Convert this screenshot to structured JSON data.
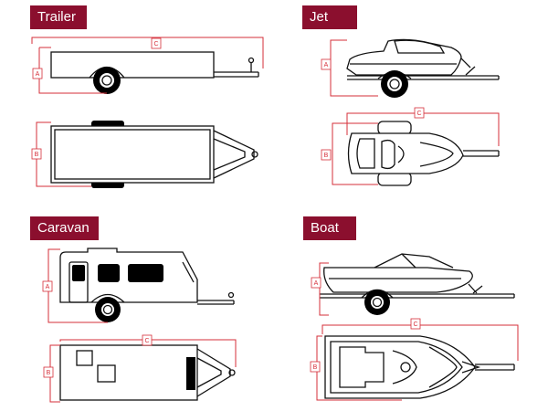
{
  "colors": {
    "badge_bg": "#8b0f2e",
    "badge_text": "#ffffff",
    "dimension_line": "#d62f3a",
    "outline": "#111111",
    "wheel_fill": "#000000"
  },
  "sections": {
    "trailer": {
      "title": "Trailer"
    },
    "jetski": {
      "title": "Jet Ski"
    },
    "caravan": {
      "title": "Caravan"
    },
    "boat": {
      "title": "Boat"
    }
  },
  "dimension_labels": {
    "a": "A",
    "b": "B",
    "c": "C"
  }
}
